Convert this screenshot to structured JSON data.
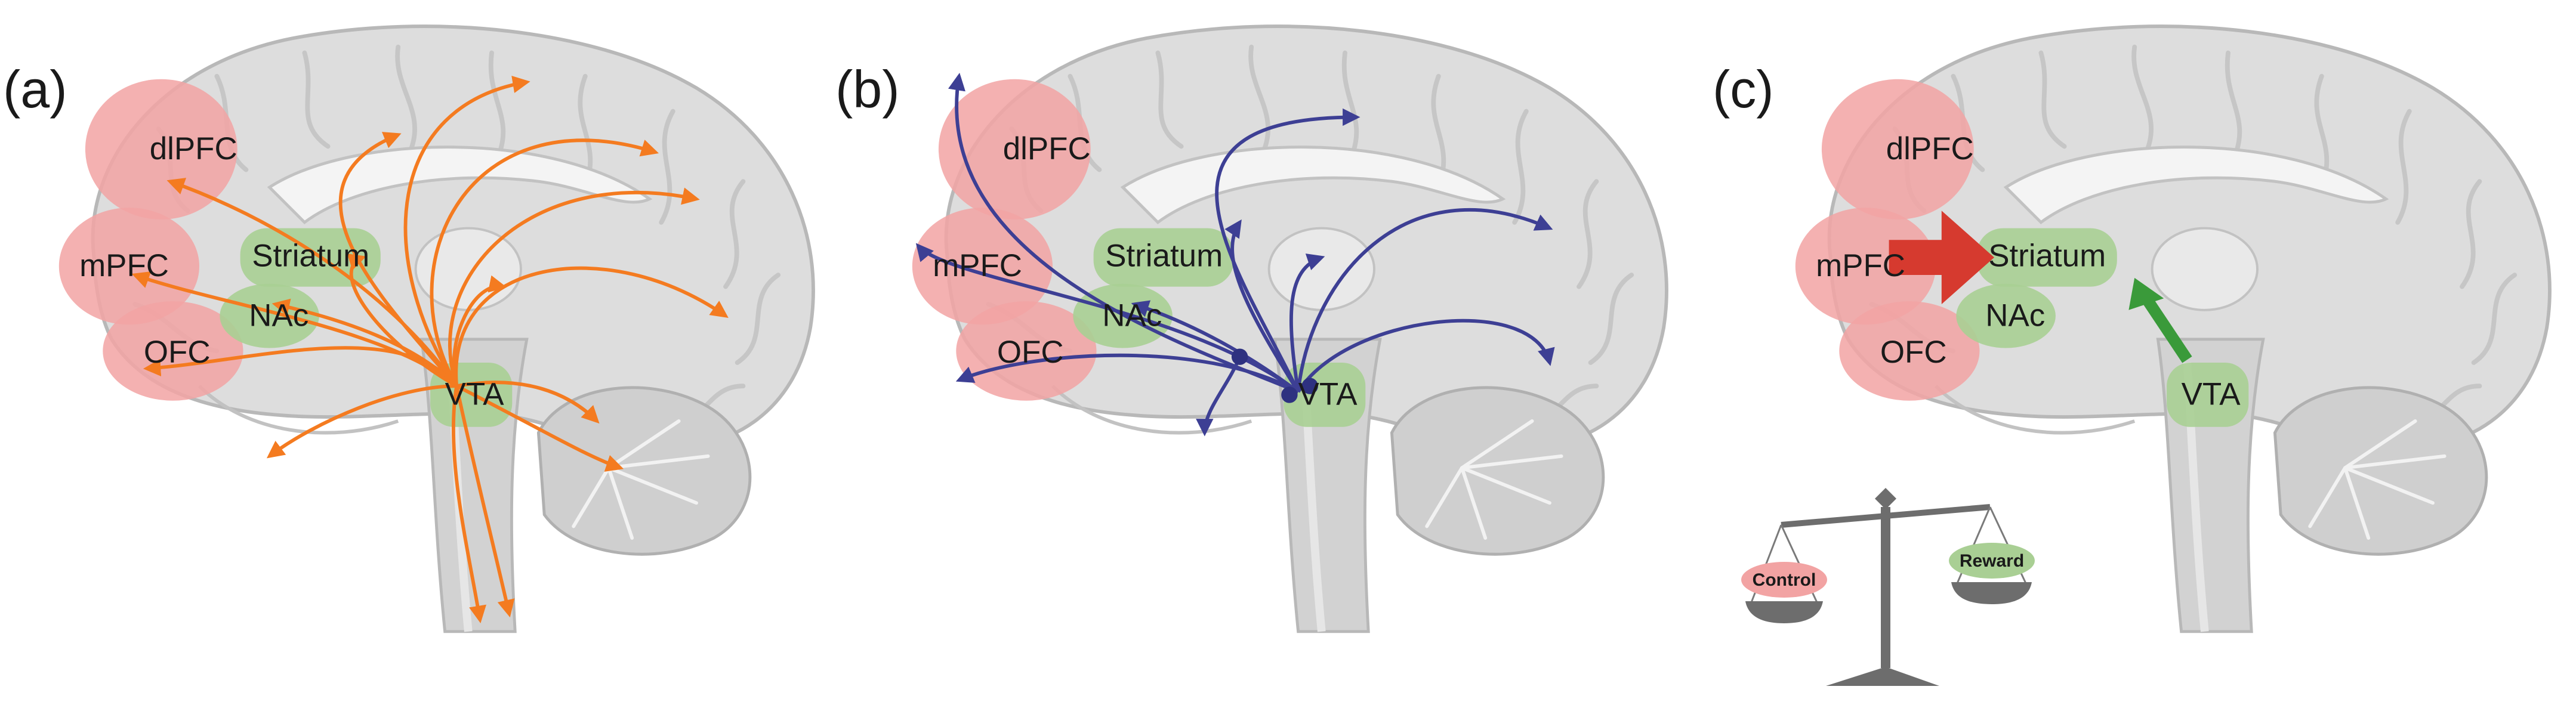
{
  "panels": [
    {
      "label": "(a)",
      "regions": {
        "dlpfc": "dlPFC",
        "mpfc": "mPFC",
        "ofc": "OFC",
        "striatum": "Striatum",
        "nac": "NAc",
        "vta": "VTA"
      }
    },
    {
      "label": "(b)",
      "regions": {
        "dlpfc": "dlPFC",
        "mpfc": "mPFC",
        "ofc": "OFC",
        "striatum": "Striatum",
        "nac": "NAc",
        "vta": "VTA"
      }
    },
    {
      "label": "(c)",
      "regions": {
        "dlpfc": "dlPFC",
        "mpfc": "mPFC",
        "ofc": "OFC",
        "striatum": "Striatum",
        "nac": "NAc",
        "vta": "VTA"
      }
    }
  ],
  "balance": {
    "left_label": "Control",
    "right_label": "Reward"
  },
  "colors": {
    "prefrontal": "#f2a3a3",
    "subcortical": "#a9cf94",
    "pathway_a": "#f47b20",
    "pathway_b": "#3d3f94",
    "control_arrow": "#d63a2f",
    "reward_arrow": "#3a9a3a",
    "brain": "#dddddd",
    "brain_outline": "#b8b8b8"
  },
  "icons": {
    "scale": "balance-scale-icon"
  }
}
